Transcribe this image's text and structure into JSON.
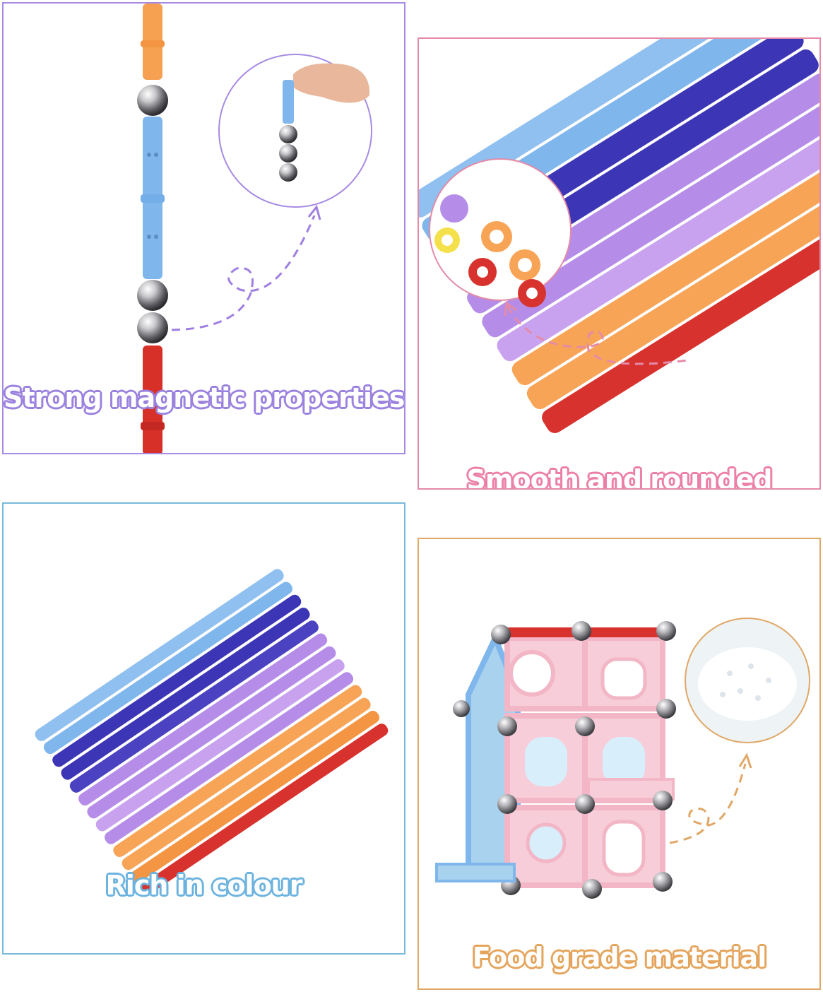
{
  "panels": [
    {
      "caption": "Strong magnetic properties",
      "accent": "#a78be3"
    },
    {
      "caption": "Smooth and rounded",
      "accent": "#e48aa6"
    },
    {
      "caption": "Rich in colour",
      "accent": "#7ab9dc"
    },
    {
      "caption": "Food grade material",
      "accent": "#e0a766"
    }
  ],
  "rod_colors": [
    "#7fb4ea",
    "#3b34b3",
    "#b38ce6",
    "#f7a457",
    "#d7322e",
    "#f3e04a"
  ]
}
